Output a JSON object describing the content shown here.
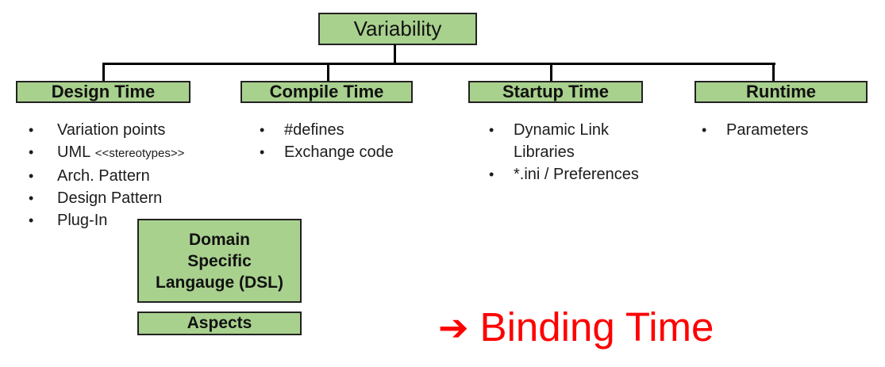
{
  "root": {
    "label": "Variability"
  },
  "branches": [
    {
      "header": "Design Time",
      "items": [
        {
          "text": "Variation points"
        },
        {
          "text": "UML",
          "note": "<<stereotypes>>"
        },
        {
          "text": "Arch. Pattern"
        },
        {
          "text": "Design Pattern"
        },
        {
          "text": "Plug-In"
        }
      ]
    },
    {
      "header": "Compile Time",
      "items": [
        {
          "text": "#defines"
        },
        {
          "text": "Exchange code"
        }
      ]
    },
    {
      "header": "Startup Time",
      "items": [
        {
          "text": "Dynamic Link\nLibraries"
        },
        {
          "text": "*.ini / Preferences"
        }
      ]
    },
    {
      "header": "Runtime",
      "items": [
        {
          "text": "Parameters"
        }
      ]
    }
  ],
  "design_sub_boxes": [
    {
      "label": "Domain\nSpecific\nLangauge (DSL)"
    },
    {
      "label": "Aspects"
    }
  ],
  "annotation": {
    "arrow_icon": "➔",
    "label": "Binding Time"
  },
  "bullet_glyph": "•",
  "colors": {
    "box_fill": "#a9d18e",
    "box_border": "#222222",
    "connector": "#000000",
    "annotation_red": "#ff0000"
  }
}
